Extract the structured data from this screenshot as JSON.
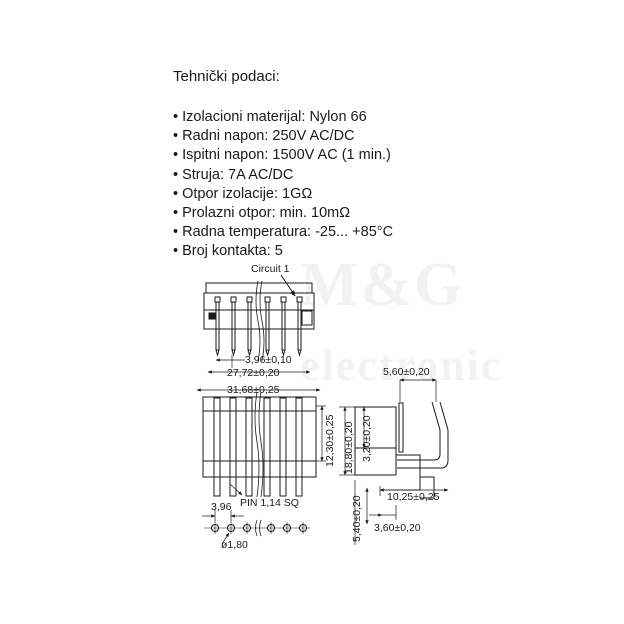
{
  "document": {
    "heading": "Tehnički podaci:",
    "specs": [
      "Izolacioni materijal: Nylon 66",
      "Radni napon: 250V AC/DC",
      "Ispitni napon: 1500V AC (1 min.)",
      "Struja: 7A AC/DC",
      "Otpor izolacije: 1GΩ",
      "Prolazni otpor: min. 10mΩ",
      "Radna temperatura: -25... +85°C",
      "Broj kontakta: 5"
    ],
    "watermark": {
      "line1": "M&G",
      "line2": "electronic"
    }
  },
  "drawing": {
    "circuit_label": "Circuit 1",
    "dim_pitch": "3,96±0,10",
    "dim_span": "27,72±0,20",
    "dim_total_width": "31,68±0,25",
    "dim_height": "12,30±0,25",
    "dim_pin_length": "18,80±0,20",
    "dim_insulator": "3,20±0,20",
    "dim_bend_offset": "5,60±0,20",
    "dim_tail_length": "10,25±0,25",
    "dim_bottom_pin": "5,40±0,20",
    "dim_tail_offset": "3,60±0,20",
    "pin_label": "PIN 1,14 SQ",
    "dim_footprint_pitch": "3,96",
    "dim_hole": "ø1,80"
  }
}
